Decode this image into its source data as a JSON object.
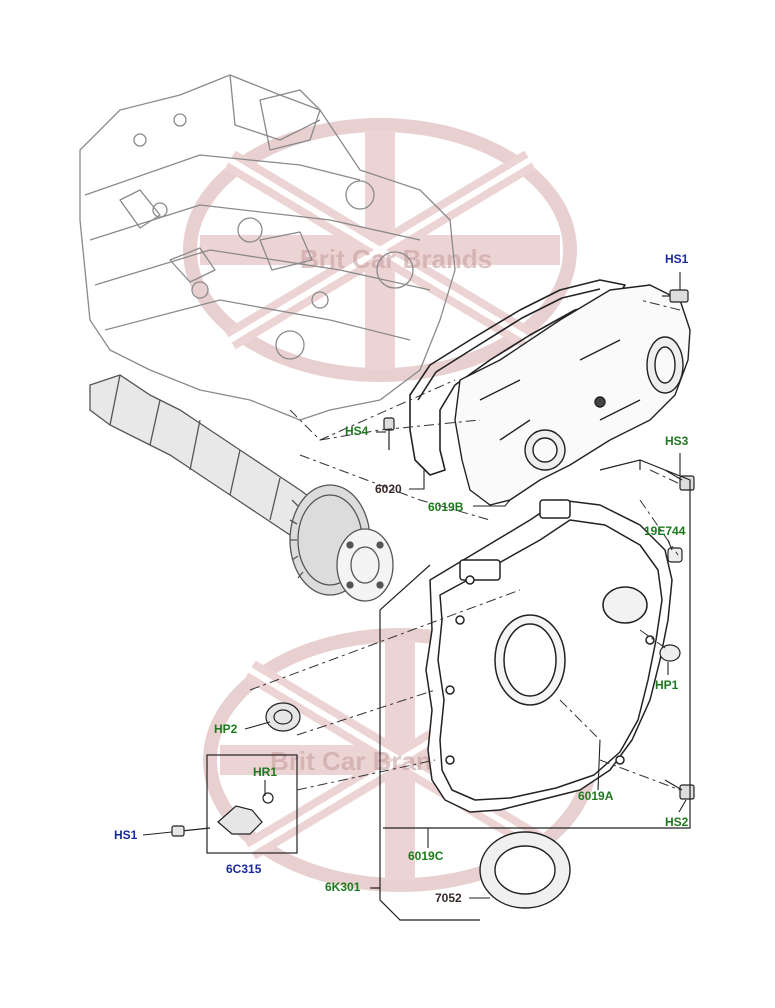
{
  "watermark": {
    "text_top": "Brit Car Brands",
    "text_bottom": "Brit Car Brands",
    "color": "#c8a0a0"
  },
  "colors": {
    "line": "#2a2a2a",
    "label_green": "#1e7a1e",
    "label_blue": "#1a2a9a",
    "label_dark": "#3a2a2a"
  },
  "labels": {
    "hs1_top": "HS1",
    "hs4": "HS4",
    "hs3": "HS3",
    "part_6020": "6020",
    "part_6019b": "6019B",
    "part_19e744": "19E744",
    "hp1": "HP1",
    "hp2": "HP2",
    "hr1": "HR1",
    "hs1_left": "HS1",
    "part_6c315": "6C315",
    "part_6019a": "6019A",
    "hs2": "HS2",
    "part_6019c": "6019C",
    "part_6k301": "6K301",
    "part_7052": "7052"
  }
}
